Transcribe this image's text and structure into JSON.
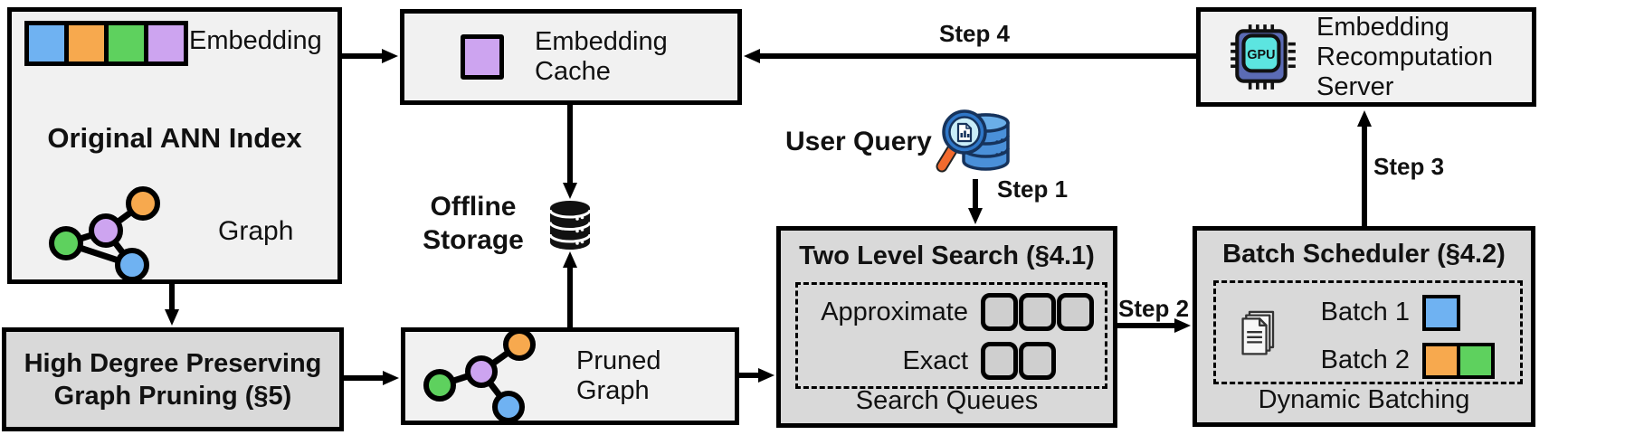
{
  "boxes": {
    "original_ann_index": {
      "title": "Original ANN Index",
      "embedding_label": "Embedding",
      "graph_label": "Graph"
    },
    "embedding_cache": {
      "label": "Embedding Cache"
    },
    "recomputation_server": {
      "label": "Embedding Recomputation Server",
      "chip_label": "GPU"
    },
    "high_degree_pruning": {
      "line1": "High Degree Preserving",
      "line2": "Graph Pruning (§5)"
    },
    "pruned_graph": {
      "label": "Pruned Graph"
    },
    "two_level_search": {
      "title": "Two Level Search (§4.1)",
      "rows": [
        {
          "label": "Approximate",
          "slots": 3
        },
        {
          "label": "Exact",
          "slots": 2
        }
      ],
      "footer": "Search Queues"
    },
    "batch_scheduler": {
      "title": "Batch Scheduler (§4.2)",
      "batches": [
        {
          "label": "Batch 1",
          "colors": [
            "blue"
          ]
        },
        {
          "label": "Batch 2",
          "colors": [
            "orange",
            "green"
          ]
        }
      ],
      "footer": "Dynamic Batching"
    }
  },
  "floating": {
    "offline_storage_label": "Offline Storage",
    "user_query_label": "User Query"
  },
  "steps": {
    "step1": "Step 1",
    "step2": "Step 2",
    "step3": "Step 3",
    "step4": "Step 4"
  },
  "colors": {
    "blue": "#6FB2F2",
    "orange": "#F7A94E",
    "green": "#5ED15E",
    "purple": "#CDA4F0",
    "light_box_bg": "#F1F1F1",
    "dark_box_bg": "#D9D9D9",
    "queue_slot_bg": "#CFCFCF",
    "gpu_chip_body": "#5B6BB5",
    "gpu_chip_core": "#5CE5E0",
    "db_stack_blue": "#4A90D9",
    "lens_fill": "#C9EDF8",
    "magnifier_handle": "#F26A2E"
  }
}
